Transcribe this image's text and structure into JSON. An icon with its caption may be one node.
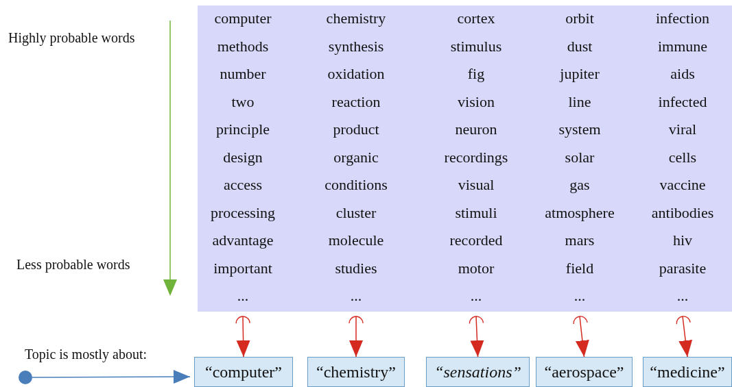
{
  "diagram": {
    "nodes": [
      {
        "text": [
          "computer",
          "methods",
          "number",
          "two",
          "principle",
          "design",
          "access",
          "processing",
          "advantage",
          "important",
          "..."
        ]
      },
      {
        "text": [
          "chemistry",
          "synthesis",
          "oxidation",
          "reaction",
          "product",
          "organic",
          "conditions",
          "cluster",
          "molecule",
          "studies",
          "..."
        ]
      },
      {
        "text": [
          "cortex",
          "stimulus",
          "fig",
          "vision",
          "neuron",
          "recordings",
          "visual",
          "stimuli",
          "recorded",
          "motor",
          "..."
        ]
      },
      {
        "text": [
          "orbit",
          "dust",
          "jupiter",
          "line",
          "system",
          "solar",
          "gas",
          "atmosphere",
          "mars",
          "field",
          "..."
        ]
      },
      {
        "text": [
          "infection",
          "immune",
          "aids",
          "infected",
          "viral",
          "cells",
          "vaccine",
          "antibodies",
          "hiv",
          "parasite",
          "..."
        ]
      },
      {
        "text": [
          "“computer”"
        ]
      },
      {
        "text": [
          "“chemistry”"
        ]
      },
      {
        "text": [
          "“sensations”"
        ]
      },
      {
        "text": [
          "“aerospace”"
        ]
      },
      {
        "text": [
          "“medicine”"
        ]
      },
      {
        "text": [],
        "shape": "circle"
      }
    ],
    "edges": [
      {
        "from": 0,
        "to": 5,
        "arrow": "to"
      },
      {
        "from": 1,
        "to": 6,
        "arrow": "to"
      },
      {
        "from": 2,
        "to": 7,
        "arrow": "to"
      },
      {
        "from": 3,
        "to": 8,
        "arrow": "to"
      },
      {
        "from": 4,
        "to": 9,
        "arrow": "to"
      },
      {
        "from": 10,
        "to": 5,
        "arrow": "to",
        "color": "#4a7ebb"
      }
    ],
    "labels": [
      "Highly probable words",
      "Less probable words",
      "Topic is mostly about:"
    ]
  }
}
